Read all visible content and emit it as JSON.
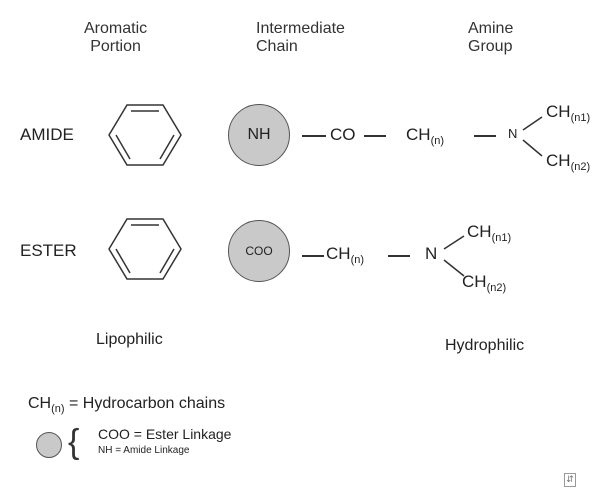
{
  "headers": {
    "aromatic_line1": "Aromatic",
    "aromatic_line2": "Portion",
    "intermediate_line1": "Intermediate",
    "intermediate_line2": "Chain",
    "amine_line1": "Amine",
    "amine_line2": "Group"
  },
  "amide": {
    "label": "AMIDE",
    "circle_text": "NH",
    "co": "CO",
    "ch": "CH",
    "ch_sub": "(n)",
    "n": "N",
    "ch_upper": "CH",
    "ch_upper_sub": "(n1)",
    "ch_lower": "CH",
    "ch_lower_sub": "(n2)"
  },
  "ester": {
    "label": "ESTER",
    "circle_text": "COO",
    "ch": "CH",
    "ch_sub": "(n)",
    "n": "N",
    "ch_upper": "CH",
    "ch_upper_sub": "(n1)",
    "ch_lower": "CH",
    "ch_lower_sub": "(n2)"
  },
  "regions": {
    "lipophilic": "Lipophilic",
    "hydrophilic": "Hydrophilic"
  },
  "legend": {
    "ch": "CH",
    "ch_sub": "(n)",
    "ch_text": "= Hydrocarbon chains",
    "brace": "{",
    "coo_text": "COO = Ester Linkage",
    "nh_text": "NH = Amide Linkage"
  },
  "colors": {
    "circle_fill": "#c9c9c9",
    "stroke": "#333333"
  }
}
